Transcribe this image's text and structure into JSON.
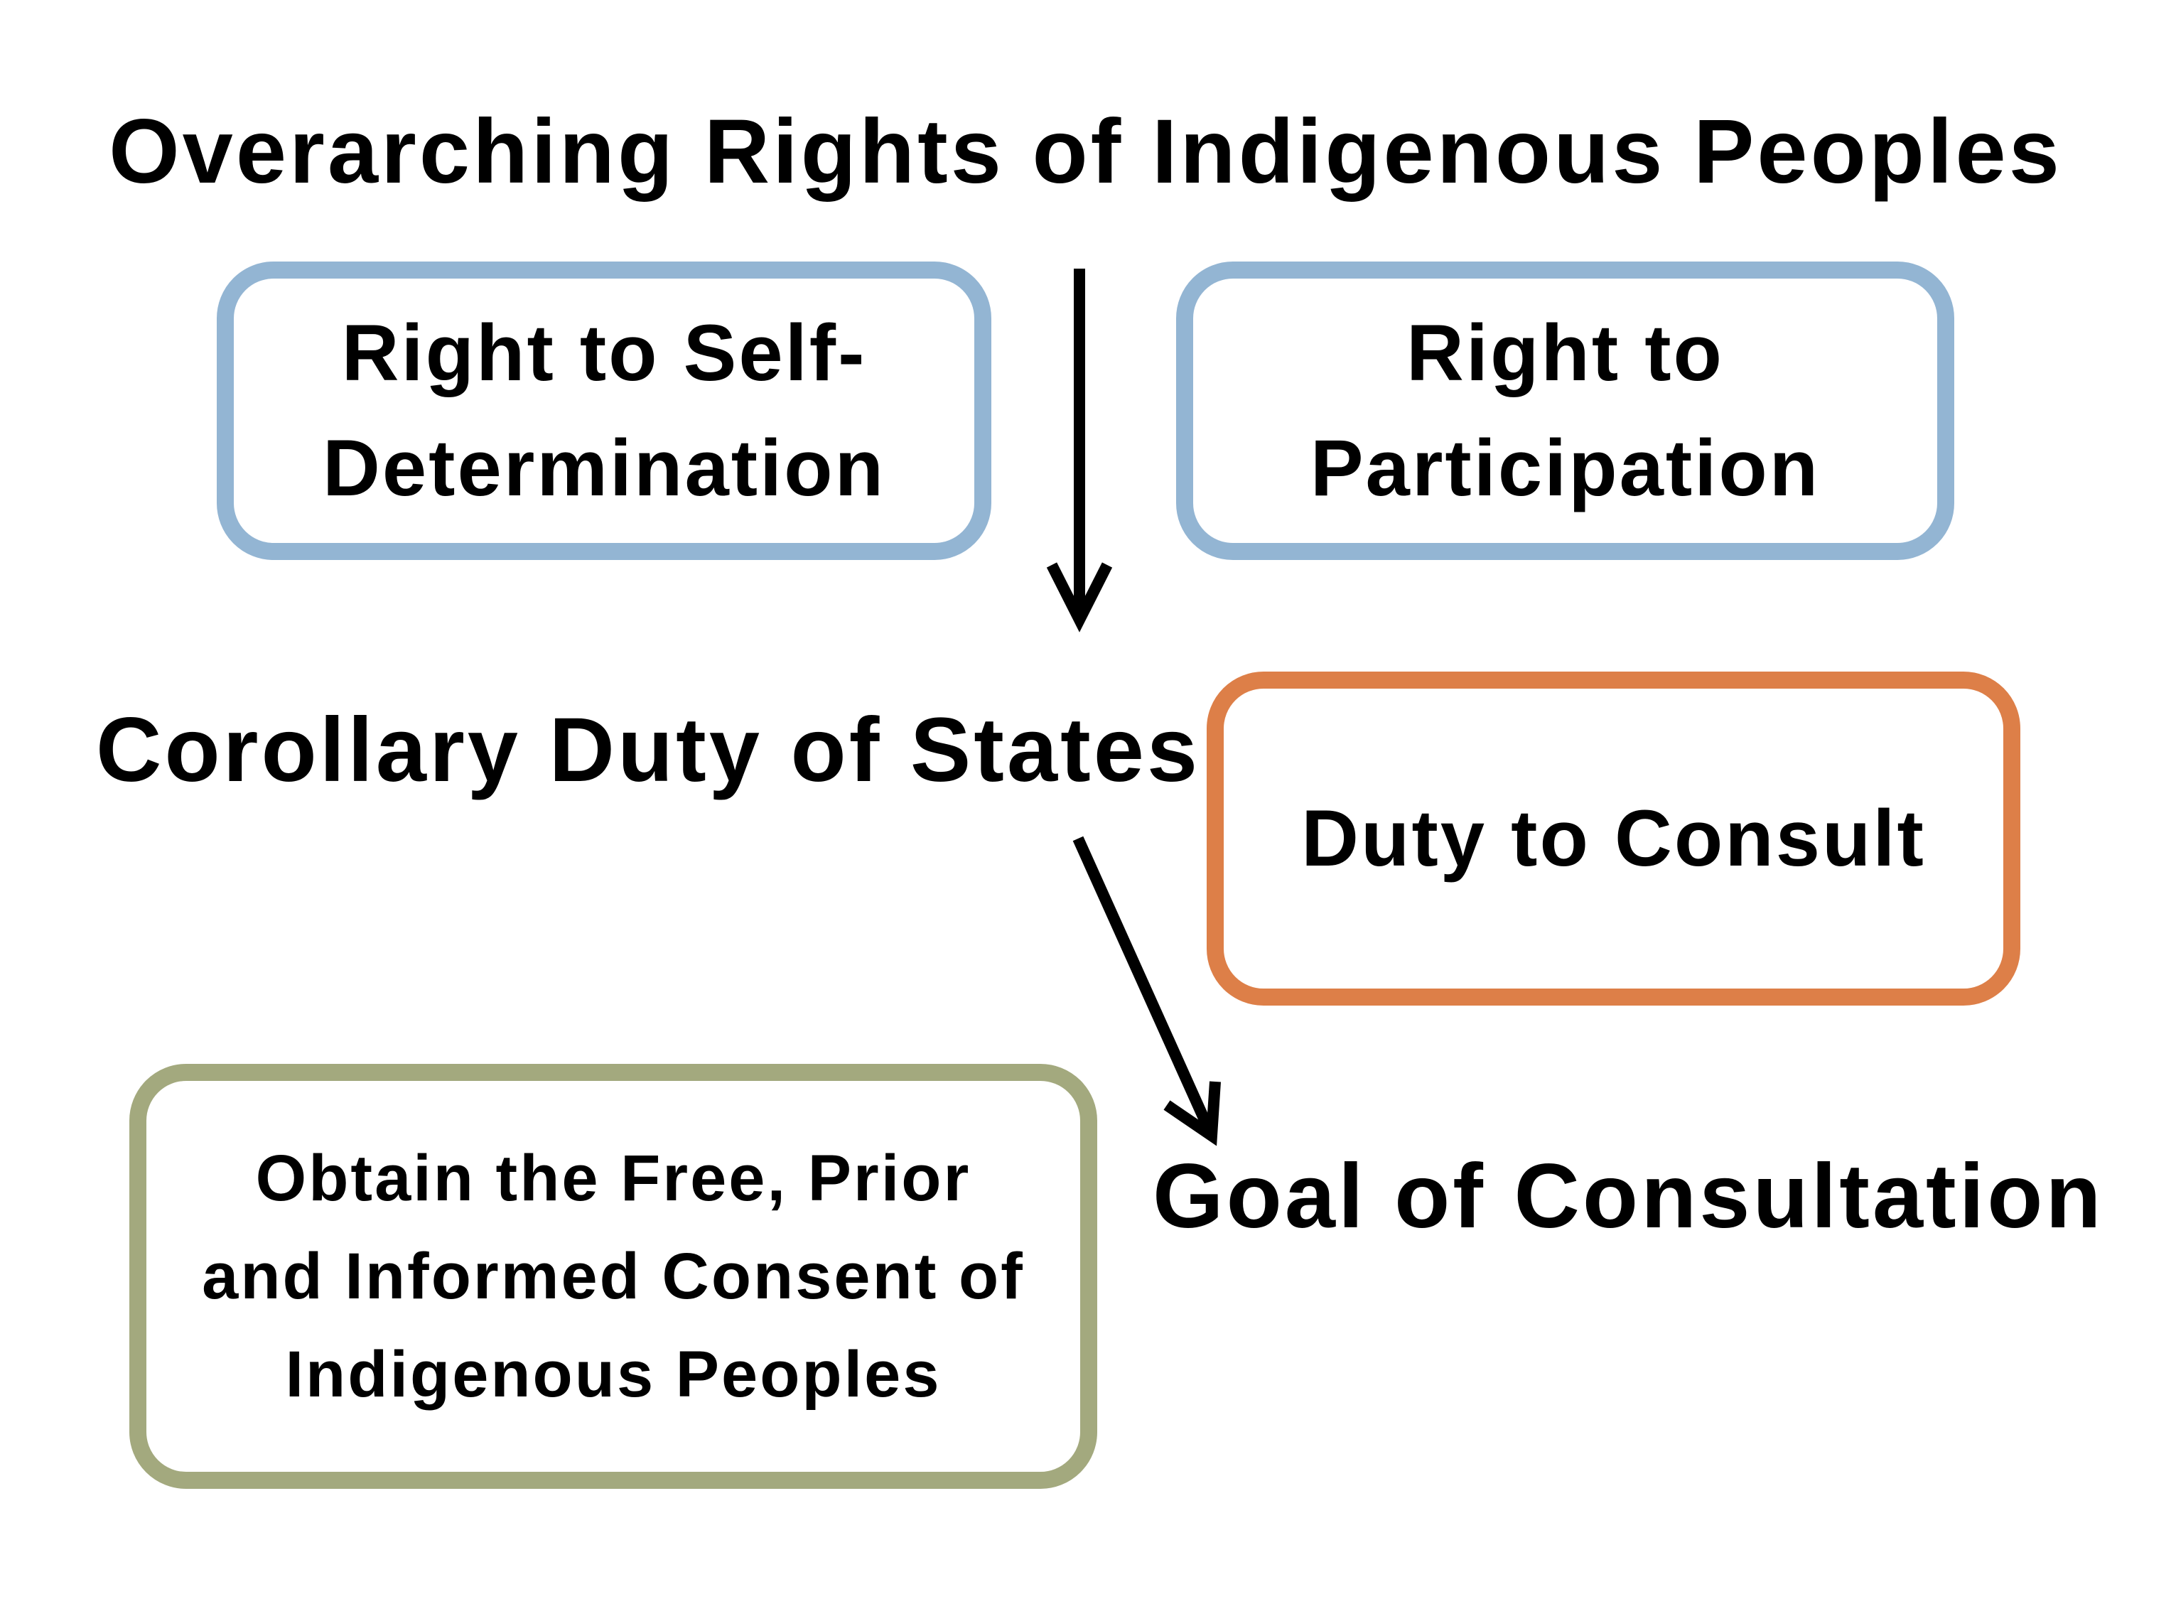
{
  "title": "Overarching Rights of Indigenous Peoples",
  "rights": [
    {
      "label": "Right to Self-Determination",
      "lines": [
        "Right to Self-",
        "Determination"
      ]
    },
    {
      "label": "Right to Participation",
      "lines": [
        "Right to",
        "Participation"
      ]
    }
  ],
  "duty_heading": "Corollary Duty of States",
  "duty_box": {
    "label": "Duty to Consult"
  },
  "goal_heading": "Goal of Consultation",
  "goal_box": {
    "lines": [
      "Obtain the Free, Prior",
      "and Informed Consent of",
      "Indigenous Peoples"
    ]
  },
  "colors": {
    "rights_border": "#93b5d3",
    "duty_border": "#dd7f48",
    "goal_border": "#a3a97e",
    "arrow": "#000000"
  }
}
